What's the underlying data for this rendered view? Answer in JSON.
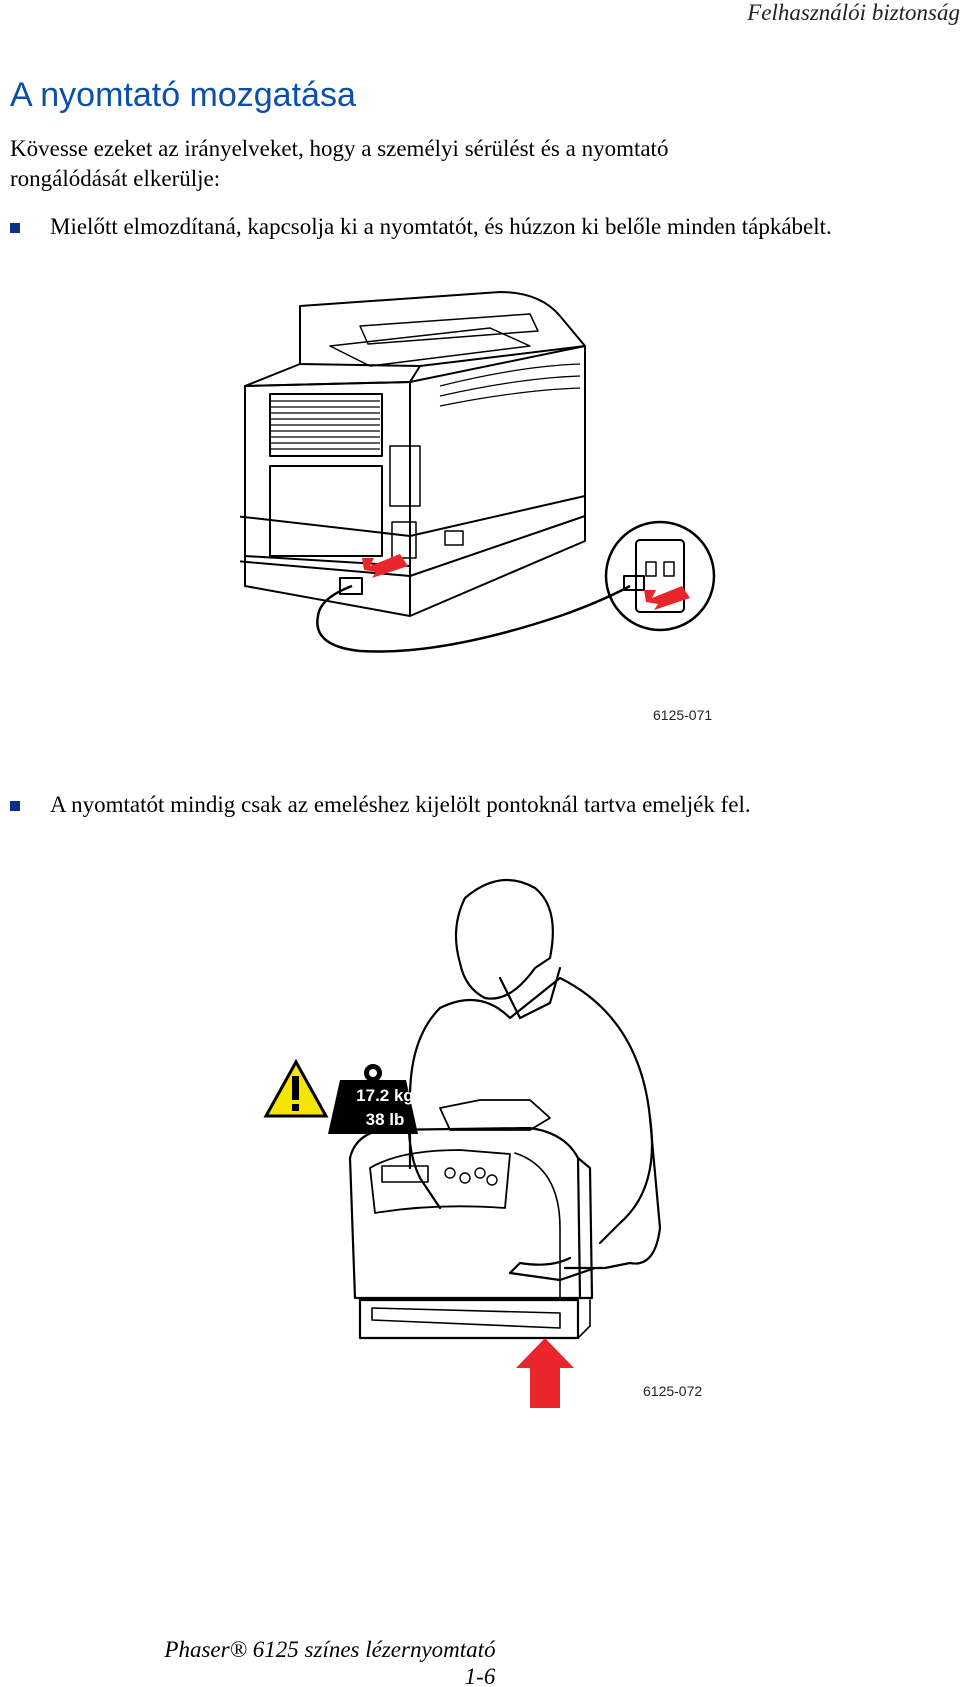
{
  "header": {
    "running_title": "Felhasználói biztonság"
  },
  "section": {
    "title": "A nyomtató mozgatása",
    "intro": "Kövesse ezeket az irányelveket, hogy a személyi sérülést és a nyomtató rongálódását elkerülje:"
  },
  "bullets": [
    {
      "text": "Mielőtt elmozdítaná, kapcsolja ki a nyomtatót, és húzzon ki belőle minden tápkábelt."
    },
    {
      "text": "A nyomtatót mindig csak az emeléshez kijelölt pontoknál tartva emeljék fel."
    }
  ],
  "figures": [
    {
      "code": "6125-071"
    },
    {
      "code": "6125-072",
      "warning_icon": "warning-triangle-icon",
      "weight_kg": "17.2 kg",
      "weight_lb": "38 lb"
    }
  ],
  "colors": {
    "title": "#0b4fa8",
    "bullet": "#0b2e8a",
    "arrow": "#e8262b",
    "warning": "#f5e500"
  },
  "footer": {
    "product": "Phaser® 6125 színes lézernyomtató",
    "page_number": "1-6"
  }
}
